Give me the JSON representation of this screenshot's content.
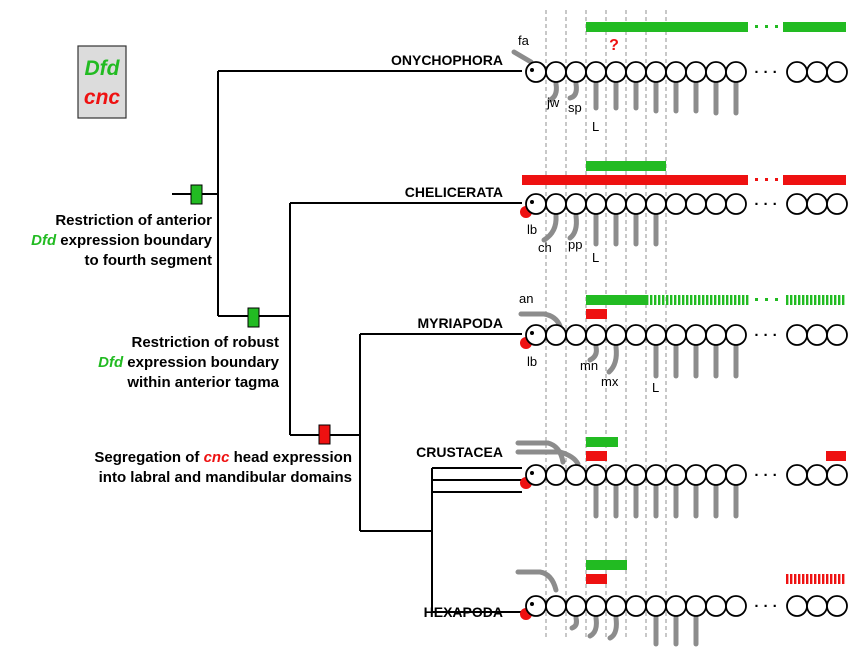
{
  "legend": {
    "dfd": "Dfd",
    "cnc": "cnc"
  },
  "taxa": {
    "onychophora": "ONYCHOPHORA",
    "chelicerata": "CHELICERATA",
    "myriapoda": "MYRIAPODA",
    "crustacea": "CRUSTACEA",
    "hexapoda": "HEXAPODA"
  },
  "events": {
    "e1": {
      "line1": "Restriction of anterior",
      "gene": "Dfd",
      "line2_rest": " expression boundary",
      "line3": "to fourth segment"
    },
    "e2": {
      "line1": "Restriction of robust",
      "gene": "Dfd",
      "line2_rest": " expression boundary",
      "line3": "within anterior tagma"
    },
    "e3": {
      "line1_pre": "Segregation of ",
      "gene": "cnc",
      "line1_post": " head expression",
      "line2": "into labral and mandibular domains"
    }
  },
  "appendages": {
    "fa": "fa",
    "jw": "jw",
    "sp": "sp",
    "L1": "L",
    "lb1": "lb",
    "ch": "ch",
    "pp": "pp",
    "L2": "L",
    "an": "an",
    "lb2": "lb",
    "mn": "mn",
    "mx": "mx",
    "L3": "L"
  },
  "question": "?",
  "ellipsis": "· · ·",
  "colors": {
    "dfd": "#22bb22",
    "cnc": "#ee1111",
    "appendage": "#8c8c8c",
    "line": "#000000"
  }
}
